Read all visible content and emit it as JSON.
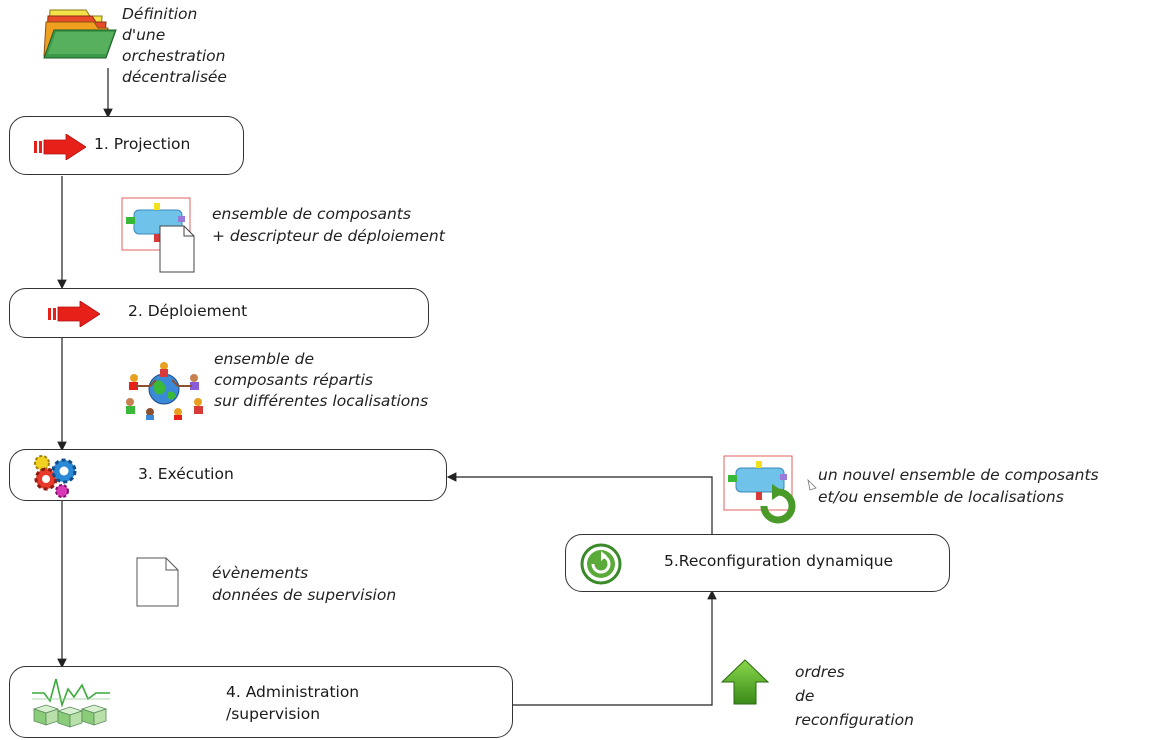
{
  "intro": {
    "lines": [
      "Définition",
      "d'une",
      "orchestration",
      "décentralisée"
    ],
    "icon": "folder-icon"
  },
  "steps": {
    "projection": {
      "label": "1. Projection",
      "icon": "red-arrow-icon"
    },
    "deploiement": {
      "label": "2. Déploiement",
      "icon": "red-arrow-icon"
    },
    "execution": {
      "label": "3. Exécution",
      "icon": "gears-icon"
    },
    "administration": {
      "lines": [
        "4. Administration",
        "/supervision"
      ],
      "icon": "monitoring-cubes-icon"
    },
    "reconfiguration": {
      "label": "5.Reconfiguration dynamique",
      "icon": "refresh-icon"
    }
  },
  "annotations": {
    "components": {
      "lines": [
        "ensemble de composants",
        "+ descripteur de déploiement"
      ],
      "icon": "component-diagram-icon"
    },
    "distributed": {
      "lines": [
        "ensemble de",
        "composants répartis",
        "sur différentes localisations"
      ],
      "icon": "people-globe-icon"
    },
    "events": {
      "lines": [
        "évènements",
        "données de supervision"
      ],
      "icon": "document-icon"
    },
    "new_set": {
      "lines": [
        "un nouvel ensemble de composants",
        "et/ou ensemble de localisations"
      ],
      "icon": "component-refresh-icon"
    },
    "orders": {
      "lines": [
        "ordres",
        "de",
        "reconfiguration"
      ],
      "icon": "green-up-arrow-icon"
    }
  },
  "colors": {
    "arrow_red": "#e8201a",
    "green": "#4a9a2a",
    "component_blue": "#6fc3ea",
    "line": "#222222"
  }
}
